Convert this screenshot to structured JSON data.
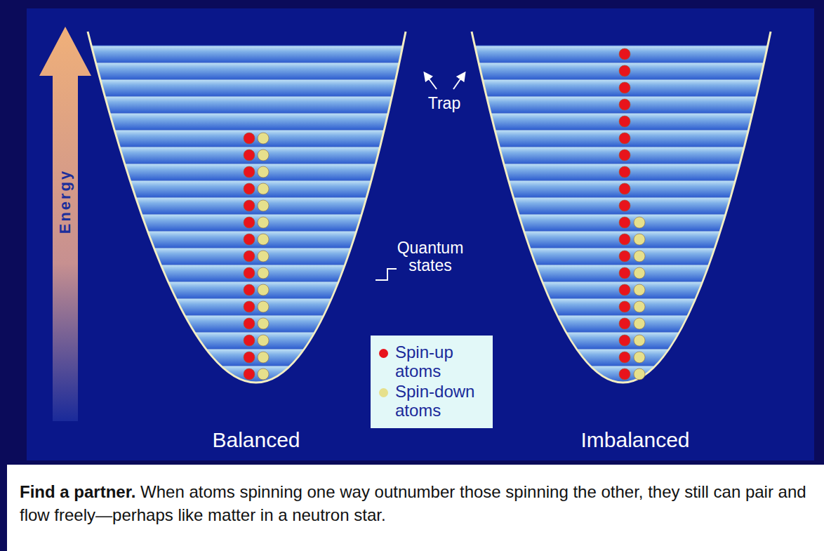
{
  "diagram": {
    "title": "Find a partner.",
    "caption": "When atoms spinning one way outnumber those spinning the other, they still can pair and flow freely—perhaps like matter in a neutron star.",
    "labels": [
      "Energy",
      "Trap",
      "Quantum states",
      "Balanced",
      "Imbalanced"
    ],
    "legend": [
      {
        "text": "Spin-up atoms",
        "color": "#e8141c"
      },
      {
        "text": "Spin-down atoms",
        "color": "#e6e08c"
      }
    ]
  }
}
